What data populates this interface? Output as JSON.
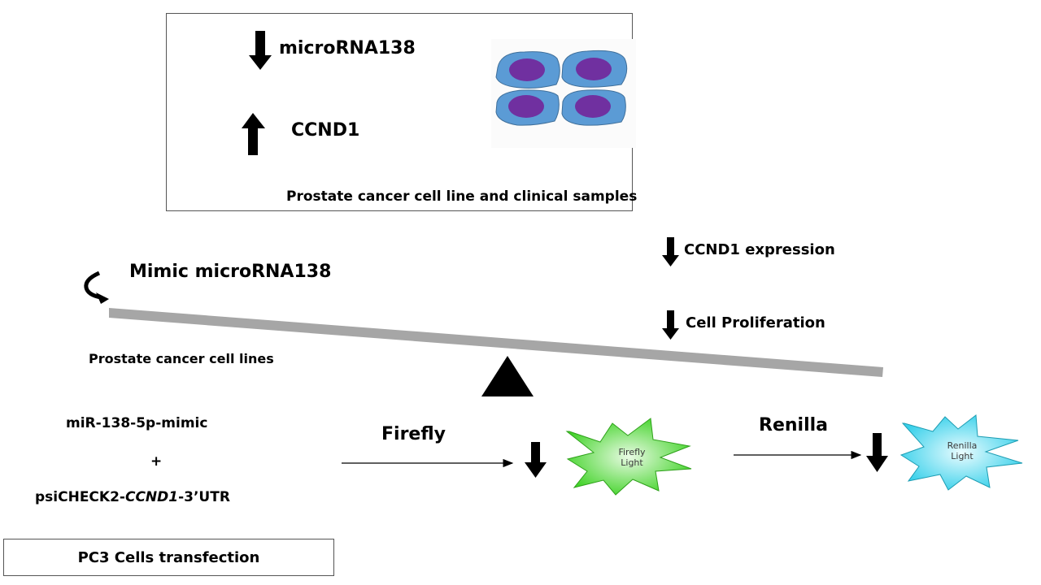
{
  "top_panel": {
    "mirna_label": "microRNA138",
    "mirna_direction": "down",
    "ccnd1_label": "CCND1",
    "ccnd1_direction": "up",
    "caption": "Prostate cancer cell line and clinical samples",
    "cells_icon": "cell-cluster-icon"
  },
  "balance": {
    "left_label": "Mimic microRNA138",
    "left_icon": "curved-arrow-icon",
    "under_label": "Prostate cancer cell lines",
    "right_items": [
      {
        "label": "CCND1 expression",
        "direction": "down"
      },
      {
        "label": "Cell Proliferation",
        "direction": "down"
      }
    ]
  },
  "transfection": {
    "line1": "miR-138-5p-mimic",
    "plus": "+",
    "line2_prefix": "psiCHECK2-",
    "line2_italic": "CCND1",
    "line2_suffix": "-3’UTR",
    "box_label": "PC3 Cells transfection"
  },
  "luciferase": {
    "firefly": {
      "label": "Firefly",
      "star_line1": "Firefly",
      "star_line2": "Light",
      "color": "#44d62c",
      "direction": "down"
    },
    "renilla": {
      "label": "Renilla",
      "star_line1": "Renilla",
      "star_line2": "Light",
      "color": "#3cd4ec",
      "direction": "down"
    }
  },
  "colors": {
    "cell_cytoplasm": "#5b9bd5",
    "cell_nucleus": "#7030a0",
    "beam": "#a6a6a6"
  }
}
